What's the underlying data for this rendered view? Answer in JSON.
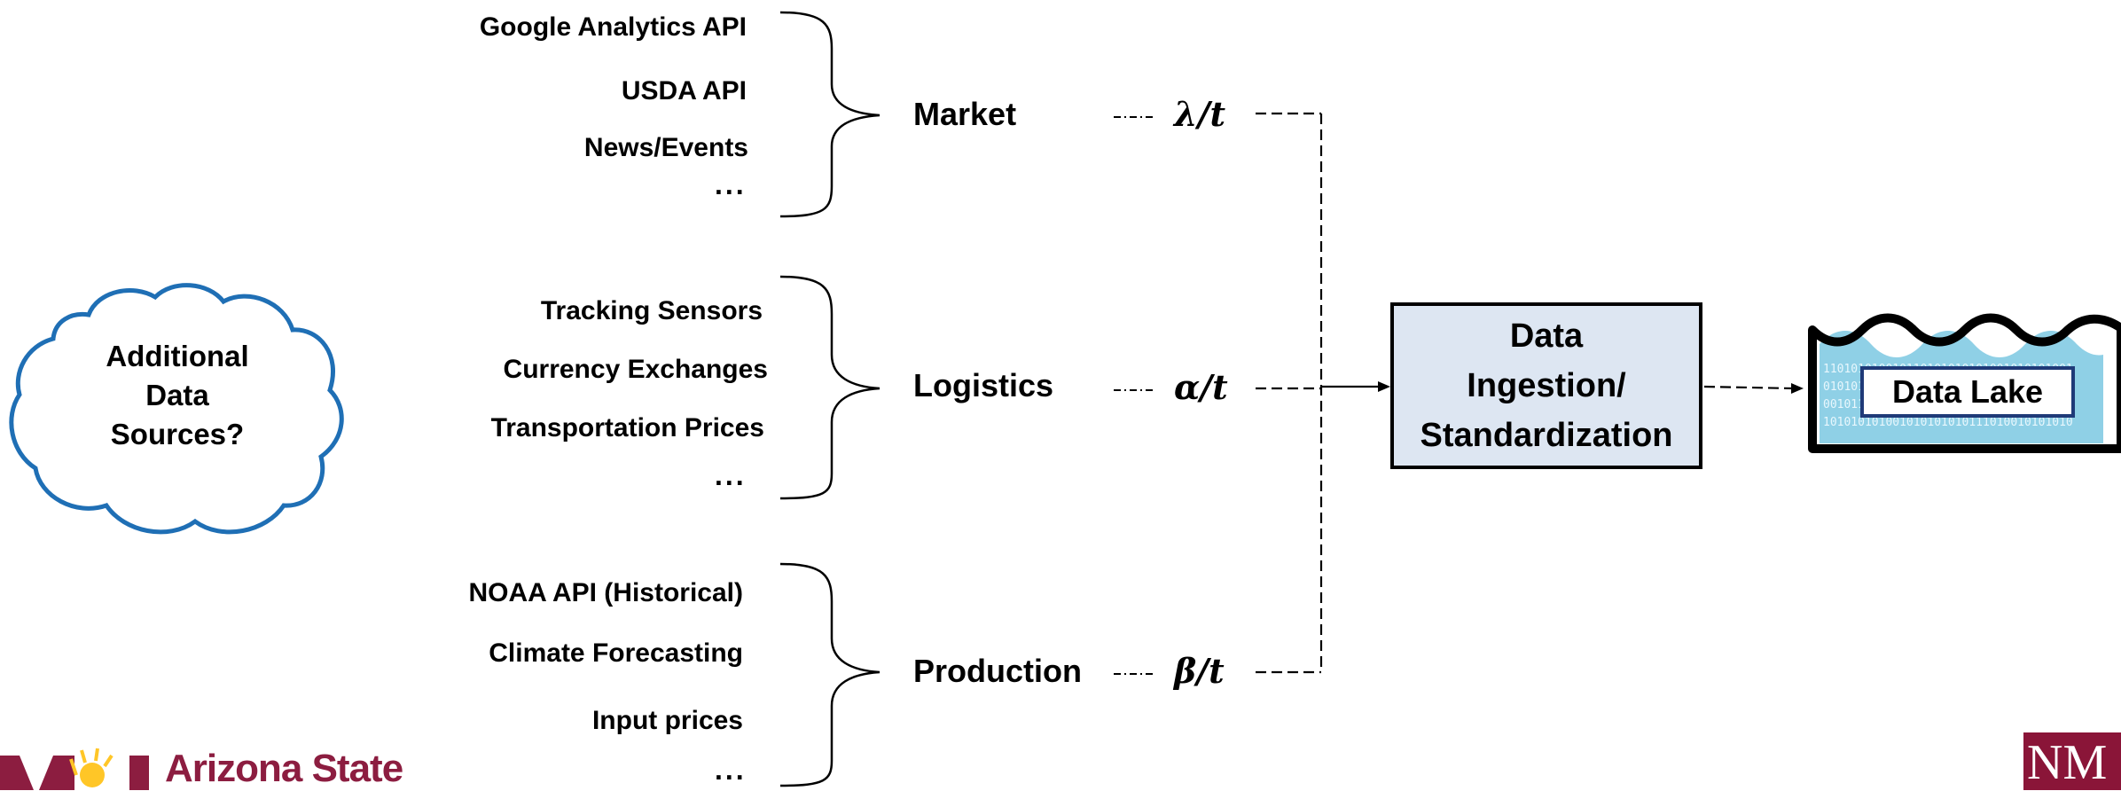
{
  "market": {
    "sources": [
      "Google Analytics API",
      "USDA API",
      "News/Events"
    ],
    "ellipsis": "...",
    "label": "Market",
    "rate": "λ/t"
  },
  "logistics": {
    "sources": [
      "Tracking Sensors",
      "Currency Exchanges",
      "Transportation Prices"
    ],
    "ellipsis": "...",
    "label": "Logistics",
    "rate": "α/t"
  },
  "production": {
    "sources": [
      "NOAA API (Historical)",
      "Climate Forecasting",
      "Input prices"
    ],
    "ellipsis": "...",
    "label": "Production",
    "rate": "β/t"
  },
  "cloud": {
    "lines": [
      "Additional",
      "Data",
      "Sources?"
    ]
  },
  "ingestion": {
    "lines": [
      "Data",
      "Ingestion/",
      "Standardization"
    ]
  },
  "lake": {
    "label": "Data Lake",
    "binary": [
      "110101010010110101010101001010101001",
      "010101001011010101010100101010100101",
      "001011010101010100101010100101101010",
      "101010101001010101010111010010101010"
    ]
  },
  "logos": {
    "asu": "Arizona State",
    "nm": "NM"
  },
  "colors": {
    "cloud_stroke": "#1f6fb5",
    "box_fill": "#dde6f2",
    "lake_water": "#8fd0e6",
    "asu_maroon": "#8c1d40",
    "asu_gold": "#ffc627",
    "nm_crimson": "#8a1538"
  }
}
